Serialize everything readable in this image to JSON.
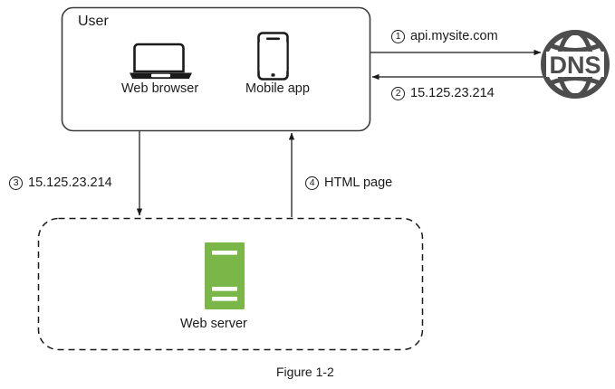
{
  "figure": {
    "caption": "Figure 1-2"
  },
  "user_box": {
    "title": "User",
    "devices": [
      {
        "icon": "laptop-icon",
        "label": "Web browser"
      },
      {
        "icon": "smartphone-icon",
        "label": "Mobile app"
      }
    ]
  },
  "dns_node": {
    "icon": "globe-icon",
    "label": "DNS",
    "color": "#4d4d4d"
  },
  "server_zone": {
    "icon": "server-icon",
    "label": "Web server",
    "color": "#7ab648",
    "border_style": "dashed"
  },
  "steps": [
    {
      "number": "1",
      "text": "api.mysite.com",
      "direction": "user-to-dns"
    },
    {
      "number": "2",
      "text": "15.125.23.214",
      "direction": "dns-to-user"
    },
    {
      "number": "3",
      "text": "15.125.23.214",
      "direction": "user-to-server"
    },
    {
      "number": "4",
      "text": "HTML page",
      "direction": "server-to-user"
    }
  ],
  "colors": {
    "stroke": "#3d3d3d",
    "text": "#1a1a1a",
    "server_green": "#7ab648",
    "dns_gray": "#4d4d4d",
    "background": "#ffffff"
  }
}
